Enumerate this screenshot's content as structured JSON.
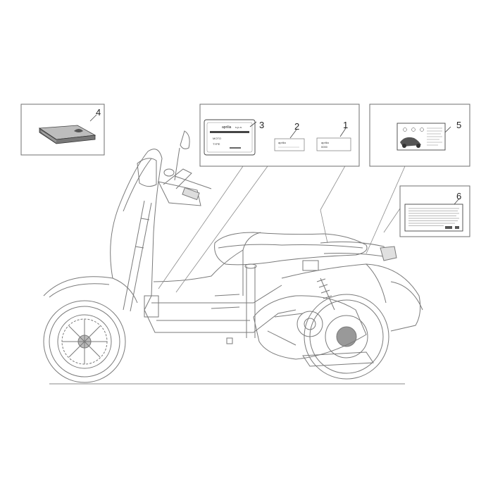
{
  "callouts": [
    {
      "id": "4",
      "label": "4"
    },
    {
      "id": "3",
      "label": "3"
    },
    {
      "id": "2",
      "label": "2"
    },
    {
      "id": "1",
      "label": "1"
    },
    {
      "id": "5",
      "label": "5"
    },
    {
      "id": "6",
      "label": "6"
    }
  ],
  "decal_text": {
    "brand": "aprilia",
    "brand_suffix": "s.p.a.",
    "plate_lines": [
      "MOTO",
      "TYPE"
    ],
    "label2": "aprilia",
    "label1_line1": "aprilia",
    "label1_line2": "0000"
  },
  "colors": {
    "line": "#7a7a7a",
    "box": "#6f6f6f",
    "dark": "#3a3a3a",
    "background": "#ffffff"
  }
}
